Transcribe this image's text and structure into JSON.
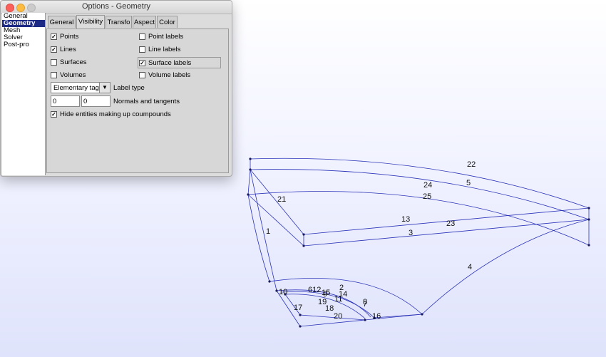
{
  "window": {
    "title": "Options - Geometry",
    "sidebar": [
      "General",
      "Geometry",
      "Mesh",
      "Solver",
      "Post-pro"
    ],
    "selected_sidebar": "Geometry",
    "tabs": [
      "General",
      "Visibility",
      "Transfo",
      "Aspect",
      "Color"
    ],
    "active_tab": "Visibility"
  },
  "visibility": {
    "points": {
      "label": "Points",
      "checked": true
    },
    "point_labels": {
      "label": "Point labels",
      "checked": false
    },
    "lines": {
      "label": "Lines",
      "checked": true
    },
    "line_labels": {
      "label": "Line labels",
      "checked": false
    },
    "surfaces": {
      "label": "Surfaces",
      "checked": false
    },
    "surface_labels": {
      "label": "Surface labels",
      "checked": true
    },
    "volumes": {
      "label": "Volumes",
      "checked": false
    },
    "volume_labels": {
      "label": "Volume labels",
      "checked": false
    },
    "label_type_value": "Elementary tags",
    "label_type_label": "Label type",
    "normals_value": "0",
    "tangents_value": "0",
    "normals_label": "Normals and tangents",
    "hide_compounds": {
      "label": "Hide entities making up coumpounds",
      "checked": true
    }
  },
  "geometry_labels": [
    {
      "text": "22"
    },
    {
      "text": "5"
    },
    {
      "text": "24"
    },
    {
      "text": "25"
    },
    {
      "text": "21"
    },
    {
      "text": "13"
    },
    {
      "text": "23"
    },
    {
      "text": "3"
    },
    {
      "text": "1"
    },
    {
      "text": "4"
    },
    {
      "text": "2"
    },
    {
      "text": "612"
    },
    {
      "text": "15"
    },
    {
      "text": "14"
    },
    {
      "text": "9"
    },
    {
      "text": "10"
    },
    {
      "text": "19"
    },
    {
      "text": "11"
    },
    {
      "text": "7"
    },
    {
      "text": "8"
    },
    {
      "text": "17"
    },
    {
      "text": "18"
    },
    {
      "text": "20"
    },
    {
      "text": "16"
    }
  ],
  "colors": {
    "line": "#2b33b8",
    "point": "#1a1a5e",
    "selection": "#1c2a86"
  }
}
